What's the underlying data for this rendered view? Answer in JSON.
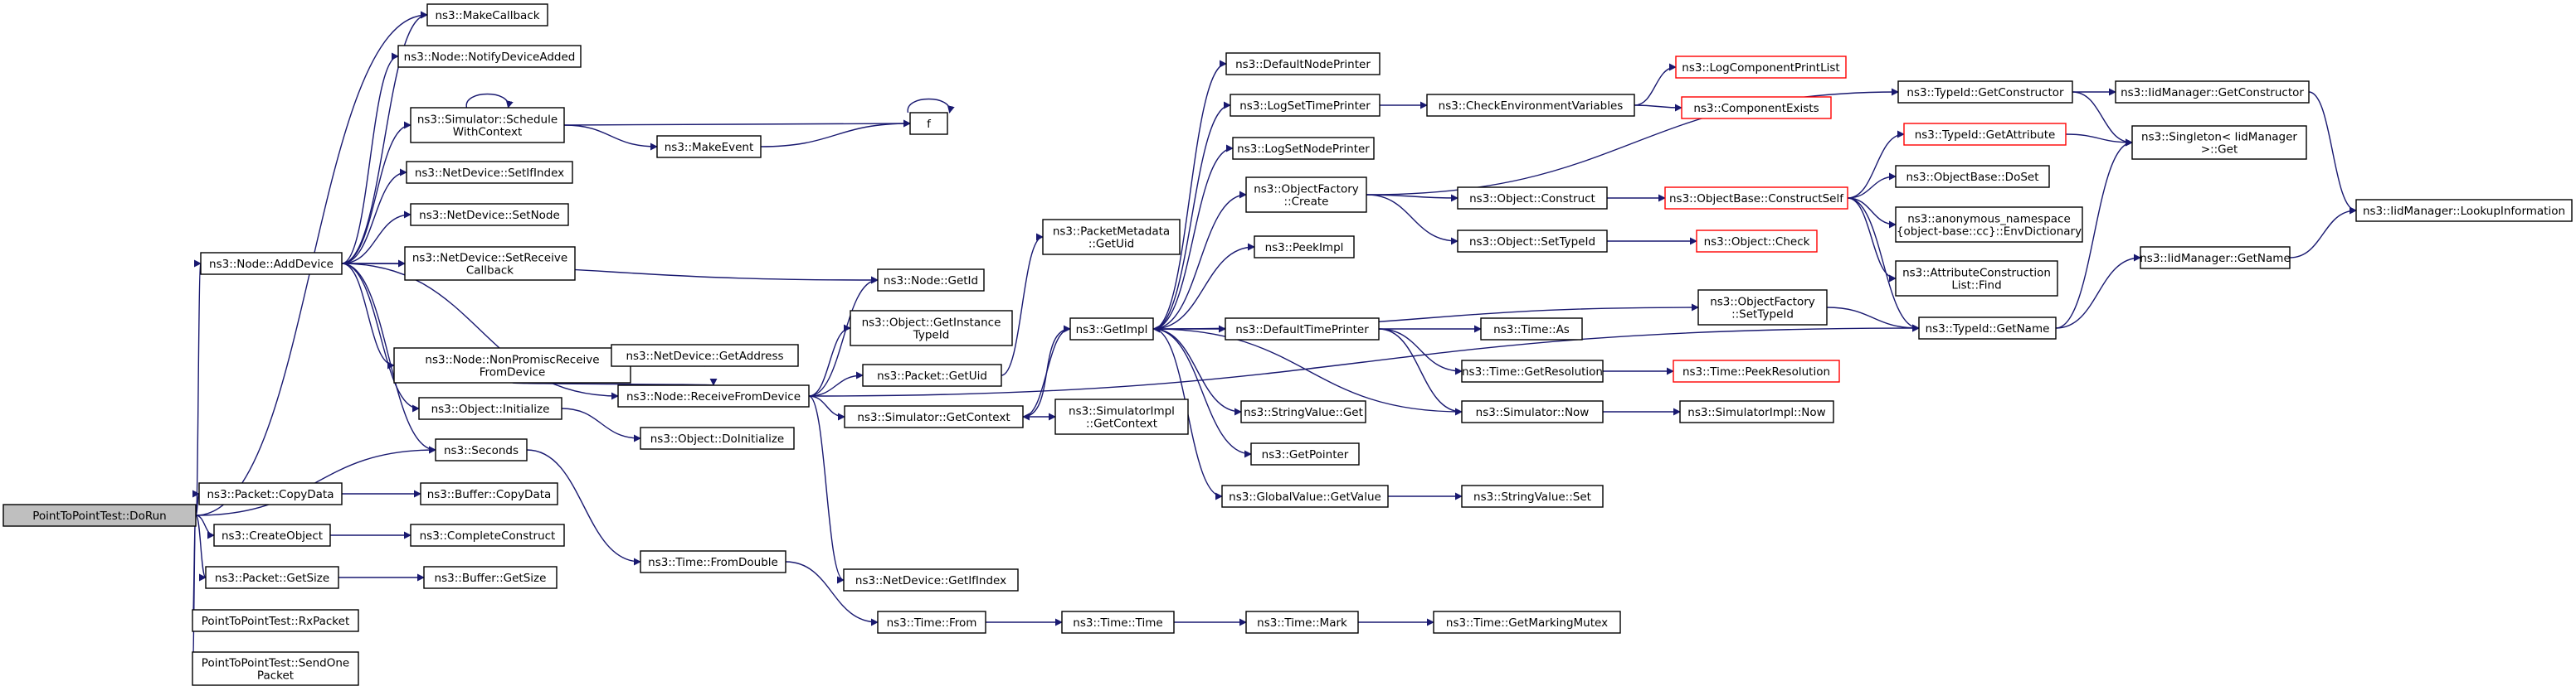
{
  "graph": {
    "title": "",
    "colors": {
      "edge": "#191970",
      "truncated_border": "#ff0000",
      "root_fill": "#bfbfbf",
      "node_fill": "#ffffff"
    },
    "nodes": [
      {
        "id": "dorun",
        "lines": [
          "PointToPointTest::DoRun"
        ],
        "root": true
      },
      {
        "id": "adddevice",
        "lines": [
          "ns3::Node::AddDevice"
        ]
      },
      {
        "id": "copydata",
        "lines": [
          "ns3::Packet::CopyData"
        ]
      },
      {
        "id": "createobject",
        "lines": [
          "ns3::CreateObject"
        ]
      },
      {
        "id": "getsize",
        "lines": [
          "ns3::Packet::GetSize"
        ]
      },
      {
        "id": "rxpacket",
        "lines": [
          "PointToPointTest::RxPacket"
        ]
      },
      {
        "id": "sendone",
        "lines": [
          "PointToPointTest::SendOne",
          "Packet"
        ]
      },
      {
        "id": "seconds",
        "lines": [
          "ns3::Seconds"
        ]
      },
      {
        "id": "makecallback",
        "lines": [
          "ns3::MakeCallback"
        ]
      },
      {
        "id": "notifydevadded",
        "lines": [
          "ns3::Node::NotifyDeviceAdded"
        ]
      },
      {
        "id": "schedctx",
        "lines": [
          "ns3::Simulator::Schedule",
          "WithContext"
        ]
      },
      {
        "id": "setifindex",
        "lines": [
          "ns3::NetDevice::SetIfIndex"
        ]
      },
      {
        "id": "setnode",
        "lines": [
          "ns3::NetDevice::SetNode"
        ]
      },
      {
        "id": "setrecvcb",
        "lines": [
          "ns3::NetDevice::SetReceive",
          "Callback"
        ]
      },
      {
        "id": "nonpromisc",
        "lines": [
          "ns3::Node::NonPromiscReceive",
          "FromDevice"
        ]
      },
      {
        "id": "objinit",
        "lines": [
          "ns3::Object::Initialize"
        ]
      },
      {
        "id": "f",
        "lines": [
          "f"
        ]
      },
      {
        "id": "makeevent",
        "lines": [
          "ns3::MakeEvent"
        ]
      },
      {
        "id": "getaddress",
        "lines": [
          "ns3::NetDevice::GetAddress"
        ]
      },
      {
        "id": "recvfromdev",
        "lines": [
          "ns3::Node::ReceiveFromDevice"
        ]
      },
      {
        "id": "doinitialize",
        "lines": [
          "ns3::Object::DoInitialize"
        ]
      },
      {
        "id": "bufcopydata",
        "lines": [
          "ns3::Buffer::CopyData"
        ]
      },
      {
        "id": "completeconstruct",
        "lines": [
          "ns3::CompleteConstruct"
        ]
      },
      {
        "id": "bufgetsize",
        "lines": [
          "ns3::Buffer::GetSize"
        ]
      },
      {
        "id": "fromdouble",
        "lines": [
          "ns3::Time::FromDouble"
        ]
      },
      {
        "id": "nodegetid",
        "lines": [
          "ns3::Node::GetId"
        ]
      },
      {
        "id": "getinstancetypeid",
        "lines": [
          "ns3::Object::GetInstance",
          "TypeId"
        ]
      },
      {
        "id": "packetgetuid",
        "lines": [
          "ns3::Packet::GetUid"
        ]
      },
      {
        "id": "simgetcontext",
        "lines": [
          "ns3::Simulator::GetContext"
        ]
      },
      {
        "id": "getifindex",
        "lines": [
          "ns3::NetDevice::GetIfIndex"
        ]
      },
      {
        "id": "timefrom",
        "lines": [
          "ns3::Time::From"
        ]
      },
      {
        "id": "pktmetagetuid",
        "lines": [
          "ns3::PacketMetadata",
          "::GetUid"
        ]
      },
      {
        "id": "getimpl",
        "lines": [
          "ns3::GetImpl"
        ]
      },
      {
        "id": "simimplgetcontext",
        "lines": [
          "ns3::SimulatorImpl",
          "::GetContext"
        ]
      },
      {
        "id": "timetime",
        "lines": [
          "ns3::Time::Time"
        ]
      },
      {
        "id": "defnodeprinter",
        "lines": [
          "ns3::DefaultNodePrinter"
        ]
      },
      {
        "id": "logsettimeprinter",
        "lines": [
          "ns3::LogSetTimePrinter"
        ]
      },
      {
        "id": "logsetnodeprinter",
        "lines": [
          "ns3::LogSetNodePrinter"
        ]
      },
      {
        "id": "objfactcreate",
        "lines": [
          "ns3::ObjectFactory",
          "::Create"
        ]
      },
      {
        "id": "peekimpl",
        "lines": [
          "ns3::PeekImpl"
        ]
      },
      {
        "id": "deftimeprinter",
        "lines": [
          "ns3::DefaultTimePrinter"
        ]
      },
      {
        "id": "stringvalueget",
        "lines": [
          "ns3::StringValue::Get"
        ]
      },
      {
        "id": "getpointer",
        "lines": [
          "ns3::GetPointer"
        ]
      },
      {
        "id": "globalvaluegetvalue",
        "lines": [
          "ns3::GlobalValue::GetValue"
        ]
      },
      {
        "id": "timemark",
        "lines": [
          "ns3::Time::Mark"
        ]
      },
      {
        "id": "checkenvvars",
        "lines": [
          "ns3::CheckEnvironmentVariables"
        ]
      },
      {
        "id": "objconstruct",
        "lines": [
          "ns3::Object::Construct"
        ]
      },
      {
        "id": "objsettypeid",
        "lines": [
          "ns3::Object::SetTypeId"
        ]
      },
      {
        "id": "timeas",
        "lines": [
          "ns3::Time::As"
        ]
      },
      {
        "id": "timegetresolution",
        "lines": [
          "ns3::Time::GetResolution"
        ]
      },
      {
        "id": "simnow",
        "lines": [
          "ns3::Simulator::Now"
        ]
      },
      {
        "id": "stringvalueset",
        "lines": [
          "ns3::StringValue::Set"
        ]
      },
      {
        "id": "objfactsettypeid",
        "lines": [
          "ns3::ObjectFactory",
          "::SetTypeId"
        ]
      },
      {
        "id": "getmarkingmutex",
        "lines": [
          "ns3::Time::GetMarkingMutex"
        ]
      },
      {
        "id": "logcomplist",
        "lines": [
          "ns3::LogComponentPrintList"
        ],
        "truncated": true
      },
      {
        "id": "compexists",
        "lines": [
          "ns3::ComponentExists"
        ],
        "truncated": true
      },
      {
        "id": "objbaseconstructself",
        "lines": [
          "ns3::ObjectBase::ConstructSelf"
        ],
        "truncated": true
      },
      {
        "id": "objcheck",
        "lines": [
          "ns3::Object::Check"
        ],
        "truncated": true
      },
      {
        "id": "timepeekresolution",
        "lines": [
          "ns3::Time::PeekResolution"
        ],
        "truncated": true
      },
      {
        "id": "simimplnow",
        "lines": [
          "ns3::SimulatorImpl::Now"
        ]
      },
      {
        "id": "typeidgetconstructor",
        "lines": [
          "ns3::TypeId::GetConstructor"
        ]
      },
      {
        "id": "typeidgetattribute",
        "lines": [
          "ns3::TypeId::GetAttribute"
        ],
        "truncated": true
      },
      {
        "id": "objbasedoset",
        "lines": [
          "ns3::ObjectBase::DoSet"
        ]
      },
      {
        "id": "anonenvdict",
        "lines": [
          "ns3::anonymous_namespace",
          "{object-base::cc}::EnvDictionary"
        ]
      },
      {
        "id": "attrconstrfind",
        "lines": [
          "ns3::AttributeConstruction",
          "List::Find"
        ]
      },
      {
        "id": "typeidgetname",
        "lines": [
          "ns3::TypeId::GetName"
        ]
      },
      {
        "id": "iidmgrgetconstructor",
        "lines": [
          "ns3::IidManager::GetConstructor"
        ]
      },
      {
        "id": "singletonget",
        "lines": [
          "ns3::Singleton< IidManager",
          "&gt;::Get"
        ]
      },
      {
        "id": "iidmgrgetname",
        "lines": [
          "ns3::IidManager::GetName"
        ]
      },
      {
        "id": "iidmgrlookup",
        "lines": [
          "ns3::IidManager::LookupInformation"
        ]
      }
    ],
    "edges": [
      [
        "dorun",
        "adddevice"
      ],
      [
        "dorun",
        "copydata"
      ],
      [
        "dorun",
        "createobject"
      ],
      [
        "dorun",
        "getsize"
      ],
      [
        "dorun",
        "rxpacket"
      ],
      [
        "dorun",
        "sendone"
      ],
      [
        "dorun",
        "seconds"
      ],
      [
        "dorun",
        "makecallback"
      ],
      [
        "adddevice",
        "makecallback"
      ],
      [
        "adddevice",
        "notifydevadded"
      ],
      [
        "adddevice",
        "schedctx"
      ],
      [
        "adddevice",
        "setifindex"
      ],
      [
        "adddevice",
        "setnode"
      ],
      [
        "adddevice",
        "setrecvcb"
      ],
      [
        "adddevice",
        "nonpromisc"
      ],
      [
        "adddevice",
        "objinit"
      ],
      [
        "adddevice",
        "seconds"
      ],
      [
        "adddevice",
        "nodegetid"
      ],
      [
        "adddevice",
        "recvfromdev"
      ],
      [
        "schedctx",
        "schedctx"
      ],
      [
        "schedctx",
        "f"
      ],
      [
        "schedctx",
        "makeevent"
      ],
      [
        "makeevent",
        "f"
      ],
      [
        "f",
        "f"
      ],
      [
        "nonpromisc",
        "getaddress"
      ],
      [
        "nonpromisc",
        "recvfromdev"
      ],
      [
        "objinit",
        "doinitialize"
      ],
      [
        "copydata",
        "bufcopydata"
      ],
      [
        "createobject",
        "completeconstruct"
      ],
      [
        "getsize",
        "bufgetsize"
      ],
      [
        "seconds",
        "fromdouble"
      ],
      [
        "fromdouble",
        "timefrom"
      ],
      [
        "timefrom",
        "timetime"
      ],
      [
        "timetime",
        "timemark"
      ],
      [
        "timemark",
        "getmarkingmutex"
      ],
      [
        "recvfromdev",
        "nodegetid"
      ],
      [
        "recvfromdev",
        "getinstancetypeid"
      ],
      [
        "recvfromdev",
        "packetgetuid"
      ],
      [
        "recvfromdev",
        "simgetcontext"
      ],
      [
        "recvfromdev",
        "getifindex"
      ],
      [
        "recvfromdev",
        "typeidgetname"
      ],
      [
        "packetgetuid",
        "pktmetagetuid"
      ],
      [
        "simgetcontext",
        "getimpl"
      ],
      [
        "simgetcontext",
        "simimplgetcontext"
      ],
      [
        "getimpl",
        "defnodeprinter"
      ],
      [
        "getimpl",
        "logsettimeprinter"
      ],
      [
        "getimpl",
        "logsetnodeprinter"
      ],
      [
        "getimpl",
        "objfactcreate"
      ],
      [
        "getimpl",
        "peekimpl"
      ],
      [
        "getimpl",
        "deftimeprinter"
      ],
      [
        "getimpl",
        "stringvalueget"
      ],
      [
        "getimpl",
        "getpointer"
      ],
      [
        "getimpl",
        "globalvaluegetvalue"
      ],
      [
        "getimpl",
        "objfactsettypeid"
      ],
      [
        "getimpl",
        "simgetcontext"
      ],
      [
        "logsettimeprinter",
        "checkenvvars"
      ],
      [
        "checkenvvars",
        "logcomplist"
      ],
      [
        "checkenvvars",
        "compexists"
      ],
      [
        "objfactcreate",
        "objconstruct"
      ],
      [
        "objfactcreate",
        "objsettypeid"
      ],
      [
        "objfactcreate",
        "typeidgetconstructor"
      ],
      [
        "objconstruct",
        "objbaseconstructself"
      ],
      [
        "objsettypeid",
        "objcheck"
      ],
      [
        "deftimeprinter",
        "timeas"
      ],
      [
        "deftimeprinter",
        "timegetresolution"
      ],
      [
        "deftimeprinter",
        "simnow"
      ],
      [
        "simnow",
        "getimpl"
      ],
      [
        "simnow",
        "simimplnow"
      ],
      [
        "timegetresolution",
        "timepeekresolution"
      ],
      [
        "globalvaluegetvalue",
        "stringvalueset"
      ],
      [
        "objfactsettypeid",
        "typeidgetname"
      ],
      [
        "objbaseconstructself",
        "typeidgetattribute"
      ],
      [
        "objbaseconstructself",
        "objbasedoset"
      ],
      [
        "objbaseconstructself",
        "anonenvdict"
      ],
      [
        "objbaseconstructself",
        "attrconstrfind"
      ],
      [
        "objbaseconstructself",
        "typeidgetname"
      ],
      [
        "typeidgetconstructor",
        "iidmgrgetconstructor"
      ],
      [
        "typeidgetconstructor",
        "singletonget"
      ],
      [
        "typeidgetattribute",
        "singletonget"
      ],
      [
        "typeidgetname",
        "singletonget"
      ],
      [
        "typeidgetname",
        "iidmgrgetname"
      ],
      [
        "iidmgrgetconstructor",
        "iidmgrlookup"
      ],
      [
        "iidmgrgetname",
        "iidmgrlookup"
      ]
    ]
  }
}
